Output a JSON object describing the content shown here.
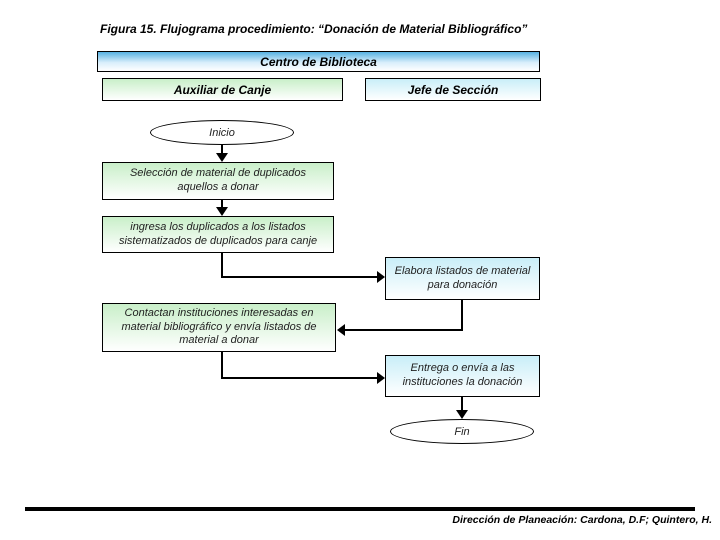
{
  "title": "Figura 15. Flujograma procedimiento: “Donación de Material Bibliográfico”",
  "header": {
    "department": "Centro de Biblioteca",
    "columns": [
      {
        "label": "Auxiliar de Canje"
      },
      {
        "label": "Jefe de Sección"
      }
    ]
  },
  "flowchart": {
    "start_label": "Inicio",
    "end_label": "Fin",
    "steps": [
      {
        "column": "Auxiliar de Canje",
        "text": "Selección de material de duplicados aquellos a donar"
      },
      {
        "column": "Auxiliar de Canje",
        "text": "ingresa los duplicados a los listados sistematizados de duplicados para canje"
      },
      {
        "column": "Jefe de Sección",
        "text": "Elabora listados de material para donación"
      },
      {
        "column": "Auxiliar de Canje",
        "text": "Contactan instituciones interesadas en material bibliográfico y envía listados de material a donar"
      },
      {
        "column": "Jefe de Sección",
        "text": "Entrega o envía a las instituciones la donación"
      }
    ]
  },
  "footer": {
    "credit": "Dirección de Planeación: Cardona, D.F; Quintero, H."
  },
  "colors": {
    "header_band_top": "#56b1e2",
    "green_node_top": "#c9efc9",
    "cyan_node_top": "#c9eef8",
    "node_border": "#000000",
    "connector": "#000000"
  }
}
